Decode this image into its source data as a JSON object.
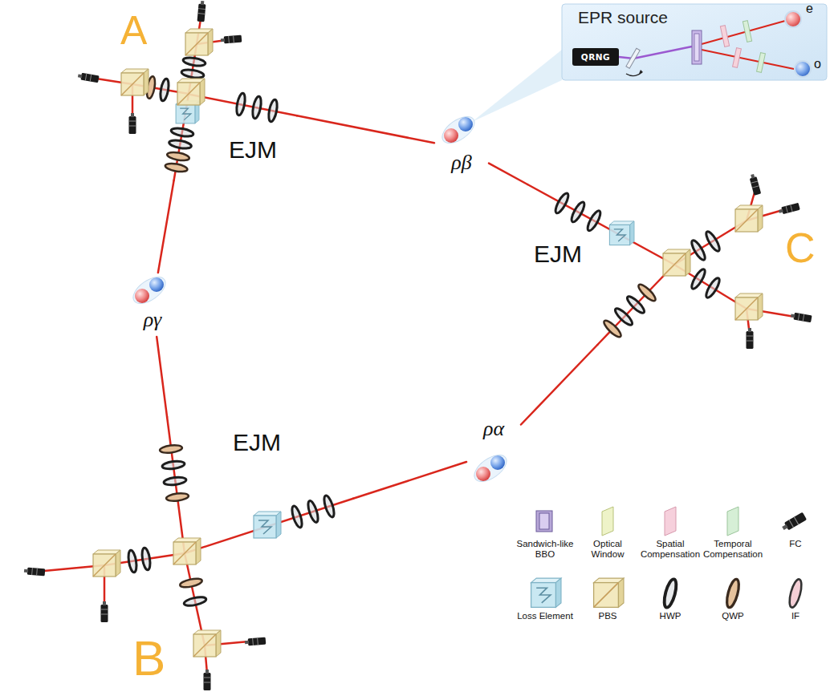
{
  "diagram": {
    "nodes": [
      {
        "text": [
          "A",
          "EJM"
        ]
      },
      {
        "text": [
          "EPR source"
        ]
      },
      {
        "text": [
          "QRNG"
        ],
        "in": 1
      },
      {
        "text": [
          "ρβ"
        ]
      },
      {
        "text": [
          "C",
          "EJM"
        ]
      },
      {
        "text": [
          "ργ"
        ]
      },
      {
        "text": [
          "ρα"
        ]
      },
      {
        "text": [
          "B",
          "EJM"
        ]
      }
    ],
    "edges": [
      {
        "from": 3,
        "to": 0,
        "arrow": "none"
      },
      {
        "from": 3,
        "to": 4,
        "arrow": "none"
      },
      {
        "from": 5,
        "to": 0,
        "arrow": "none"
      },
      {
        "from": 5,
        "to": 7,
        "arrow": "none"
      },
      {
        "from": 6,
        "to": 7,
        "arrow": "none"
      },
      {
        "from": 6,
        "to": 4,
        "arrow": "none"
      }
    ],
    "labels": [
      "e",
      "o"
    ],
    "legend": [
      {
        "text": "Sandwich-like BBO"
      },
      {
        "text": "Optical Window"
      },
      {
        "text": "Spatial Compensation"
      },
      {
        "text": "Temporal Compensation"
      },
      {
        "text": "FC"
      },
      {
        "text": "Loss Element"
      },
      {
        "text": "PBS"
      },
      {
        "text": "HWP"
      },
      {
        "text": "QWP"
      },
      {
        "text": "IF"
      }
    ]
  }
}
